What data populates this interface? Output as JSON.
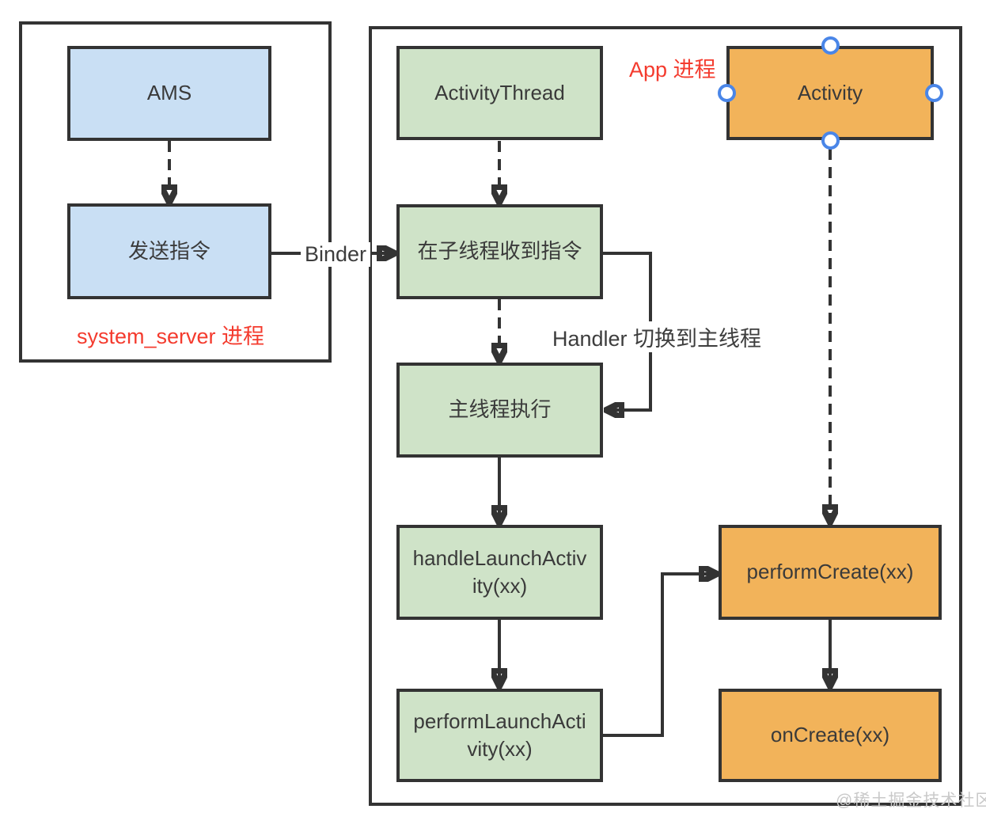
{
  "groups": {
    "system_server": {
      "label": "system_server 进程"
    },
    "app": {
      "label": "App 进程"
    }
  },
  "nodes": {
    "ams": {
      "label": "AMS"
    },
    "send_command": {
      "label": "发送指令"
    },
    "activity_thread": {
      "label": "ActivityThread"
    },
    "activity": {
      "label": "Activity",
      "selected": true
    },
    "receive_in_child_thread": {
      "label": "在子线程收到指令"
    },
    "main_thread_execute": {
      "label": "主线程执行"
    },
    "handle_launch_activity": {
      "label": "handleLaunchActivity(xx)"
    },
    "perform_launch_activity": {
      "label": "performLaunchActivity(xx)"
    },
    "perform_create": {
      "label": "performCreate(xx)"
    },
    "on_create": {
      "label": "onCreate(xx)"
    }
  },
  "edge_labels": {
    "binder": "Binder",
    "handler_switch": "Handler 切换到主线程"
  },
  "watermark": "@稀土掘金技术社区",
  "colors": {
    "node_blue": "#c9dff4",
    "node_green": "#cfe3c8",
    "node_orange": "#f2b35a",
    "outline": "#333333",
    "red_label": "#f43b2e",
    "selection_handle_blue": "#4a86e8",
    "watermark_gray": "#c9c9c9"
  }
}
